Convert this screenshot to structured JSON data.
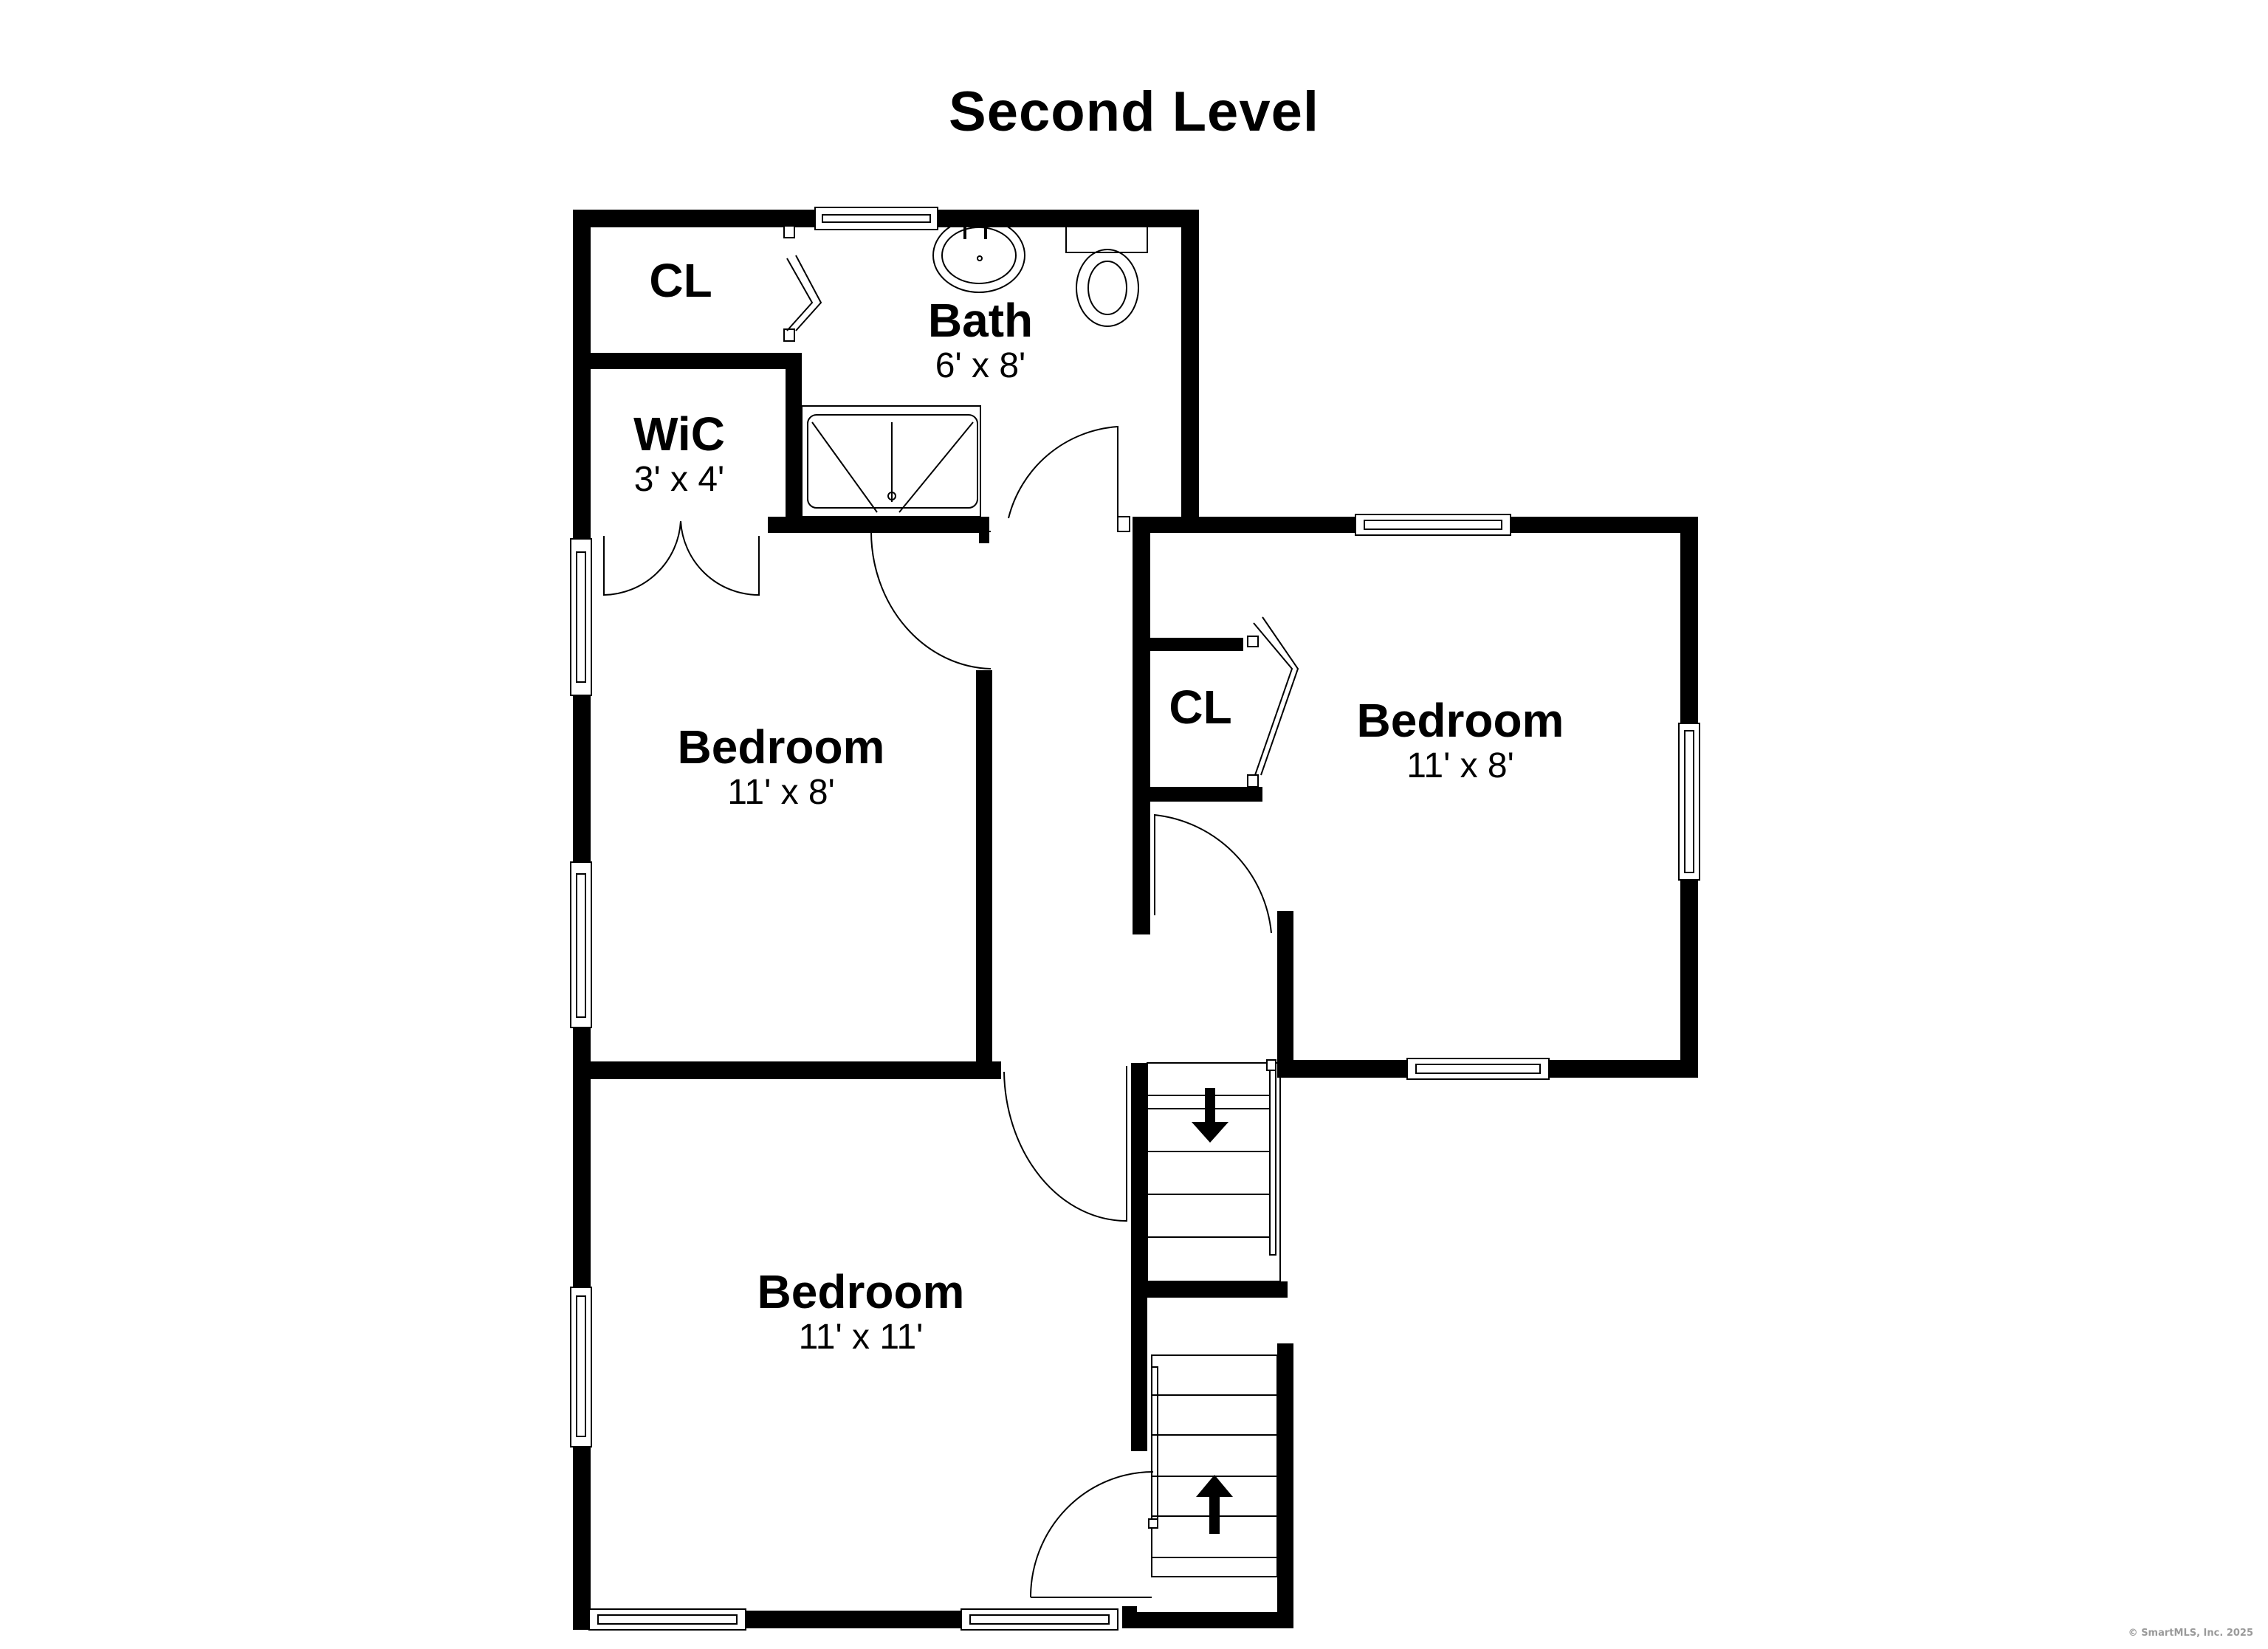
{
  "title": "Second Level",
  "rooms": [
    {
      "id": "closet-top",
      "name": "CL",
      "dims": ""
    },
    {
      "id": "bath",
      "name": "Bath",
      "dims": "6' x 8'"
    },
    {
      "id": "walk-in-closet",
      "name": "WiC",
      "dims": "3' x 4'"
    },
    {
      "id": "bedroom-left",
      "name": "Bedroom",
      "dims": "11' x 8'"
    },
    {
      "id": "closet-right",
      "name": "CL",
      "dims": ""
    },
    {
      "id": "bedroom-right",
      "name": "Bedroom",
      "dims": "11' x 8'"
    },
    {
      "id": "bedroom-bottom",
      "name": "Bedroom",
      "dims": "11' x 11'"
    }
  ],
  "stairs": [
    {
      "id": "stairs-upper",
      "direction": "down",
      "icon": "arrow-down-icon"
    },
    {
      "id": "stairs-lower",
      "direction": "up",
      "icon": "arrow-up-icon"
    }
  ],
  "fixtures": [
    "sink-icon",
    "toilet-icon",
    "shower-icon"
  ],
  "copyright": "© SmartMLS, Inc.  2025",
  "colors": {
    "wall": "#000000",
    "background": "#ffffff",
    "copyright": "#9a9a9a"
  }
}
